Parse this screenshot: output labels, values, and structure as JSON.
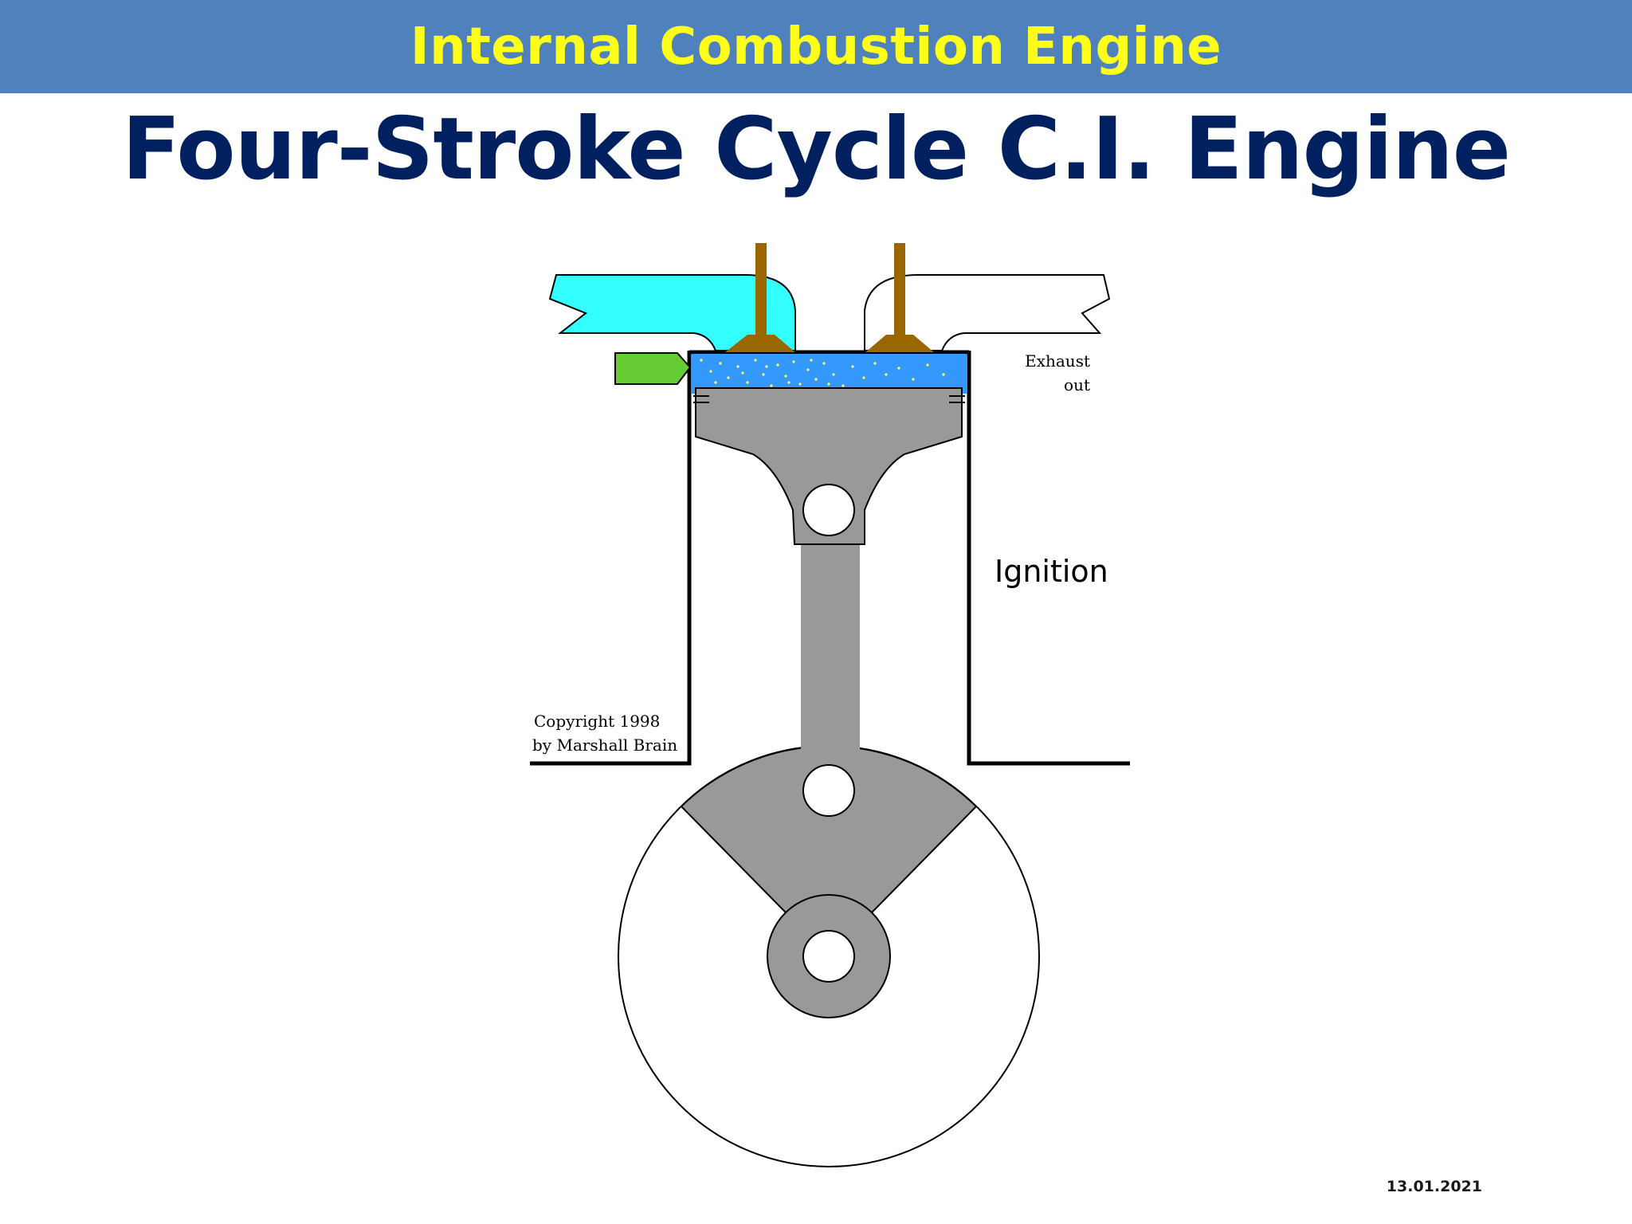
{
  "header": {
    "title": "Internal Combustion Engine"
  },
  "slide": {
    "title": "Four-Stroke Cycle C.I. Engine"
  },
  "diagram": {
    "label_exhaust_line1": "Exhaust",
    "label_exhaust_line2": "out",
    "label_stroke": "Ignition",
    "copyright_line1": "Copyright 1998",
    "copyright_line2": "by Marshall Brain"
  },
  "footer": {
    "date": "13.01.2021"
  },
  "colors": {
    "header_band": "#4f81bd",
    "header_text": "#ffff1a",
    "title_text": "#002060",
    "intake_port": "#33ffff",
    "combustion_chamber": "#3399ff",
    "fuel_injector": "#66cc33",
    "valves": "#996600",
    "piston_metal": "#999999"
  }
}
